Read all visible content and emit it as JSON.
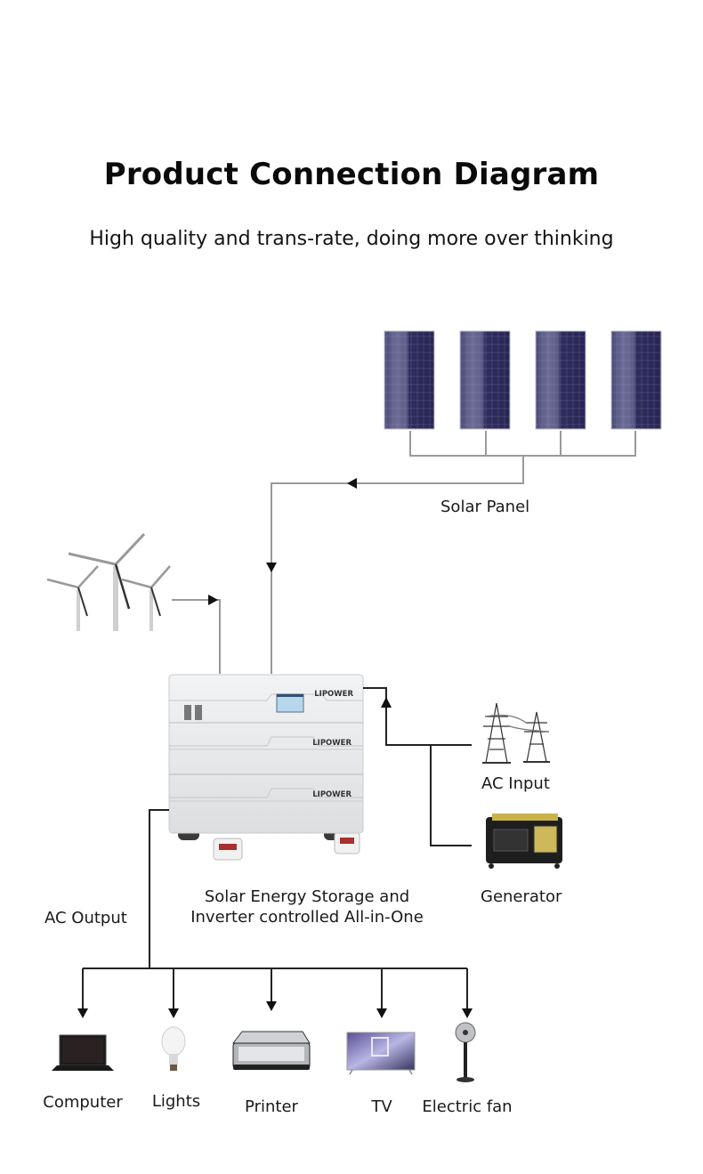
{
  "header": {
    "title": "Product Connection Diagram",
    "subtitle": "High quality and trans-rate, doing more over thinking"
  },
  "sources": {
    "solar": {
      "label": "Solar Panel",
      "panel_count": 4,
      "panel_color": "#2f2d5e"
    },
    "wind": {
      "label": "",
      "turbine_count": 3
    },
    "ac_input": {
      "label": "AC Input"
    },
    "generator": {
      "label": "Generator"
    }
  },
  "unit": {
    "brand": "LIPOWER",
    "label_line1": "Solar Energy Storage and",
    "label_line2": "Inverter controlled All-in-One",
    "modules": 3
  },
  "output": {
    "label": "AC Output",
    "devices": [
      {
        "label": "Computer",
        "icon": "laptop-icon"
      },
      {
        "label": "Lights",
        "icon": "light-bulb-icon"
      },
      {
        "label": "Printer",
        "icon": "printer-icon"
      },
      {
        "label": "TV",
        "icon": "tv-icon"
      },
      {
        "label": "Electric fan",
        "icon": "fan-icon"
      }
    ]
  },
  "colors": {
    "line_gray": "#9a9a9a",
    "line_dark": "#222222",
    "unit_body": "#e9eaec"
  }
}
